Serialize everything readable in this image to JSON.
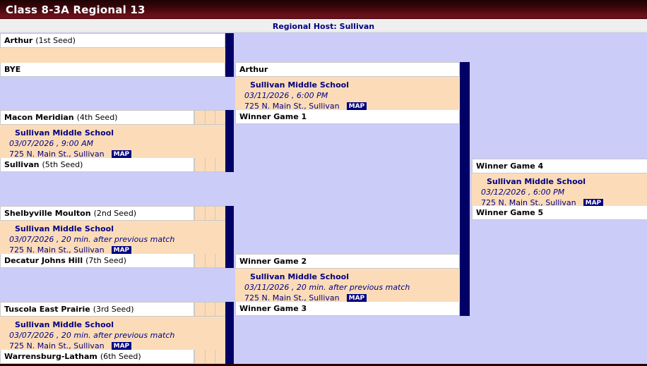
{
  "title": "Class 8-3A Regional 13",
  "host": "Regional Host: Sullivan",
  "map_label": "MAP",
  "colors": {
    "header_maroon": "#5a0b12",
    "lavender_bg": "#ccccf8",
    "navy_connector": "#000066",
    "peach_box": "#fcdcb8",
    "navy_text": "#000080",
    "host_bar_bg": "#efefef"
  },
  "round1": {
    "game1": {
      "top_name": "Arthur",
      "top_seed": "(1st Seed)",
      "bottom_name": "BYE",
      "bottom_seed": ""
    },
    "game2": {
      "top_name": "Macon Meridian",
      "top_seed": "(4th Seed)",
      "venue": "Sullivan Middle School",
      "when": "03/07/2026 , 9:00 AM",
      "address": "725 N. Main St., Sullivan",
      "bottom_name": "Sullivan",
      "bottom_seed": "(5th Seed)"
    },
    "game3": {
      "top_name": "Shelbyville Moulton",
      "top_seed": "(2nd Seed)",
      "venue": "Sullivan Middle School",
      "when": "03/07/2026 , 20 min. after previous match",
      "address": "725 N. Main St., Sullivan",
      "bottom_name": "Decatur Johns Hill",
      "bottom_seed": "(7th Seed)"
    },
    "game4": {
      "top_name": "Tuscola East Prairie",
      "top_seed": "(3rd Seed)",
      "venue": "Sullivan Middle School",
      "when": "03/07/2026 , 20 min. after previous match",
      "address": "725 N. Main St., Sullivan",
      "bottom_name": "Warrensburg-Latham",
      "bottom_seed": "(6th Seed)"
    }
  },
  "round2": {
    "semi1": {
      "top_label": "Arthur",
      "venue": "Sullivan Middle School",
      "when": "03/11/2026 , 6:00 PM",
      "address": "725 N. Main St., Sullivan",
      "bottom_label": "Winner Game 1"
    },
    "semi2": {
      "top_label": "Winner Game 2",
      "venue": "Sullivan Middle School",
      "when": "03/11/2026 , 20 min. after previous match",
      "address": "725 N. Main St., Sullivan",
      "bottom_label": "Winner Game 3"
    }
  },
  "final": {
    "top_label": "Winner Game 4",
    "venue": "Sullivan Middle School",
    "when": "03/12/2026 , 6:00 PM",
    "address": "725 N. Main St., Sullivan",
    "bottom_label": "Winner Game 5"
  }
}
